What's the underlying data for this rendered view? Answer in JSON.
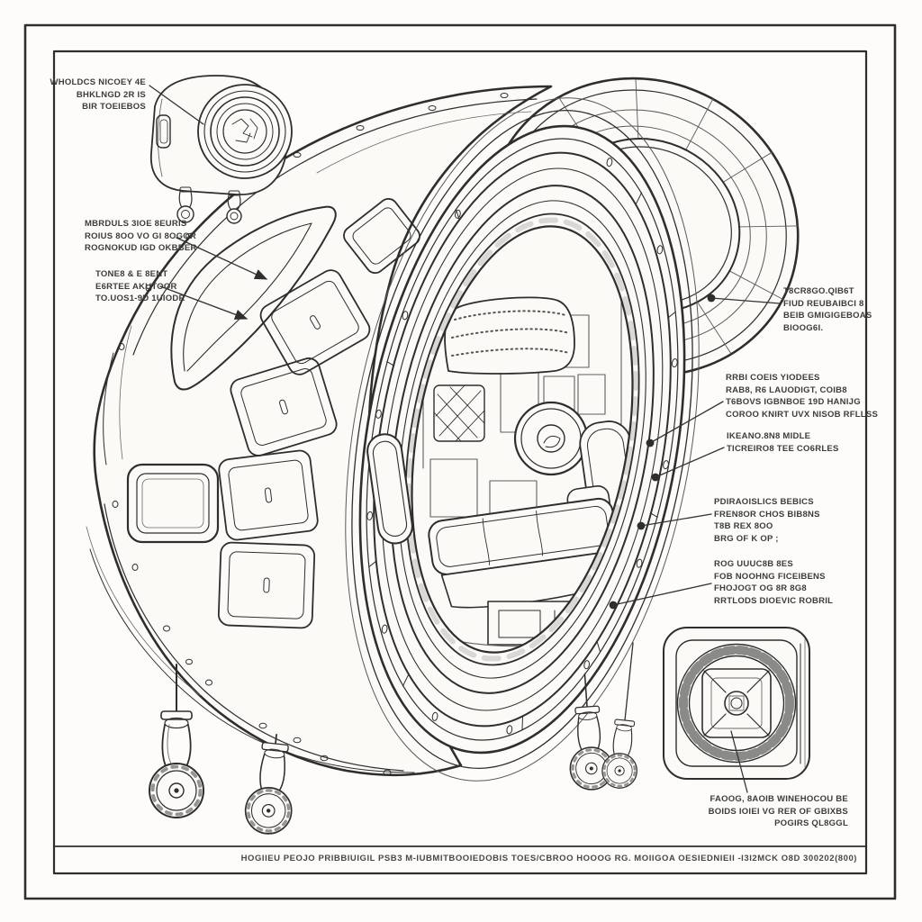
{
  "colors": {
    "ink": "#2e2e2e",
    "paper": "#fbfaf7",
    "label": "#3c3c3c"
  },
  "callouts": {
    "inset_top": {
      "lines": [
        "WHOLDCS NICOEY 4E",
        "BHKLNGD 2R IS",
        "BIR TOEIEBOS"
      ]
    },
    "body_left_upper": {
      "lines": [
        "MBRDULS 3IOE 8EURIS",
        "ROIUS 8OO VO GI 8OGOR",
        "ROGNOKUD IGD OKBBER"
      ]
    },
    "body_left_lower": {
      "lines": [
        "TONE8 & E 8ENT",
        "E6RTEE AKUTOOR",
        "TO.UOS1-9D 1UIODR"
      ]
    },
    "torus_right": {
      "lines": [
        "T8CR8GO.QIB6T",
        "FIUD REUBAIBCI 8",
        "BEIB GMIGIGEBOAS",
        "BIOOG6I."
      ]
    },
    "ring_right_upper": {
      "lines": [
        "RRBI COEIS YIODEES",
        "RAB8, R6 LAUODIGT, COIB8",
        "T6BOVS IGBNBOE 19D HANIJG",
        "COROO KNIRT UVX NISOB RFLLSS"
      ]
    },
    "ring_right_middle": {
      "lines": [
        "IKEANO.8N8 MIDLE",
        "TICREIRO8 TEE CO6RLES"
      ]
    },
    "ring_right_lower": {
      "lines": [
        "PDIRAOISLICS BEBICS",
        "FREN8OR CHOS BIB8NS",
        "T8B REX 8OO",
        "BRG OF K OP ;"
      ]
    },
    "interior_right": {
      "lines": [
        "ROG UUUC8B 8ES",
        "FOB NOOHNG FICEIBENS",
        "FHOJOGT OG 8R 8G8",
        "RRTLODS DIOEVIC ROBRIL"
      ]
    },
    "inset_bottom": {
      "lines": [
        "FAOOG, 8AOIB WINEHOCOU BE",
        "BOIDS IOIEI VG RER OF GBIXBS",
        "POGIRS QL8GGL"
      ]
    }
  },
  "title_block": {
    "text": "HOGIIEU PEOJO PRIBBIUIGIL PSB3   M-IUBMITBOOIEDOBIS   TOES/CBROO HOOOG RG. MOIIGOA OESIEDNIEII -I3I2MCK O8D 300202(800)"
  }
}
